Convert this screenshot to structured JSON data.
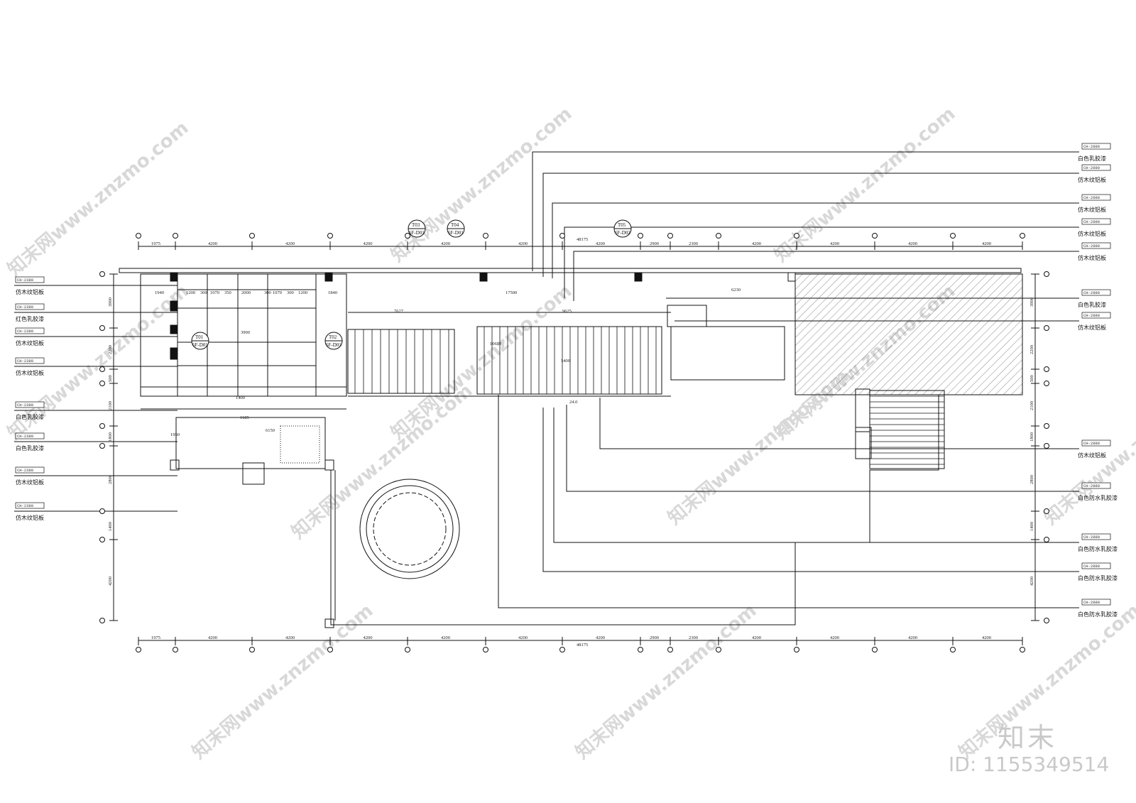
{
  "drawing": {
    "total_dim": "48175",
    "top_dims": [
      "1975",
      "4200",
      "4200",
      "4200",
      "4200",
      "4200",
      "4200",
      "2900",
      "2300",
      "4200",
      "4200",
      "4200",
      "4200"
    ],
    "bottom_dims": [
      "1975",
      "4200",
      "4200",
      "4200",
      "4200",
      "4200",
      "4200",
      "2900",
      "2300",
      "4200",
      "4200",
      "4200",
      "4200"
    ],
    "left_dims": [
      "3900",
      "2200",
      "500",
      "2100",
      "1800",
      "2800",
      "1400",
      "4200"
    ],
    "right_dims": [
      "3900",
      "2200",
      "500",
      "2100",
      "1800",
      "2800",
      "1400",
      "4200"
    ],
    "detail_tags": [
      {
        "num": "T03",
        "ref": "6F-D01"
      },
      {
        "num": "T04",
        "ref": "6F-D01"
      },
      {
        "num": "T05",
        "ref": "6F-D02"
      },
      {
        "num": "T01",
        "ref": "6F-D01"
      },
      {
        "num": "T02",
        "ref": "6F-D01"
      }
    ],
    "inner_dims": [
      "1940",
      "1200",
      "300",
      "1070",
      "350",
      "2000",
      "300",
      "1070",
      "300",
      "1200",
      "1840",
      "17500",
      "7627",
      "9625",
      "6230",
      "10650",
      "24.0",
      "1950",
      "6150",
      "1400",
      "3900",
      "5400",
      "1185"
    ],
    "left_labels": [
      {
        "code": "CH-2380",
        "mat": "仿木纹铝板"
      },
      {
        "code": "CH-2380",
        "mat": "红色乳胶漆"
      },
      {
        "code": "CH-2380",
        "mat": "仿木纹铝板"
      },
      {
        "code": "CH-2380",
        "mat": "仿木纹铝板"
      },
      {
        "code": "CH-2380",
        "mat": "白色乳胶漆"
      },
      {
        "code": "CH-2380",
        "mat": "白色乳胶漆"
      },
      {
        "code": "CH-2380",
        "mat": "仿木纹铝板"
      },
      {
        "code": "CH-2380",
        "mat": "仿木纹铝板"
      }
    ],
    "right_labels": [
      {
        "code": "CH-2880",
        "mat": "白色乳胶漆"
      },
      {
        "code": "CH-2880",
        "mat": "仿木纹铝板"
      },
      {
        "code": "CH-2880",
        "mat": "仿木纹铝板"
      },
      {
        "code": "CH-2880",
        "mat": "仿木纹铝板"
      },
      {
        "code": "CH-2880",
        "mat": "仿木纹铝板"
      },
      {
        "code": "CH-2880",
        "mat": "白色乳胶漆"
      },
      {
        "code": "CH-2880",
        "mat": "仿木纹铝板"
      },
      {
        "code": "CH-2880",
        "mat": "仿木纹铝板"
      },
      {
        "code": "CH-2880",
        "mat": "白色防水乳胶漆"
      },
      {
        "code": "CH-2880",
        "mat": "白色防水乳胶漆"
      },
      {
        "code": "CH-2880",
        "mat": "白色防水乳胶漆"
      },
      {
        "code": "CH-2880",
        "mat": "白色防水乳胶漆"
      }
    ]
  },
  "watermark": {
    "text": "知末网www.znzmo.com"
  },
  "brand": {
    "text": "知末"
  },
  "doc": {
    "id": "ID: 1155349514"
  }
}
